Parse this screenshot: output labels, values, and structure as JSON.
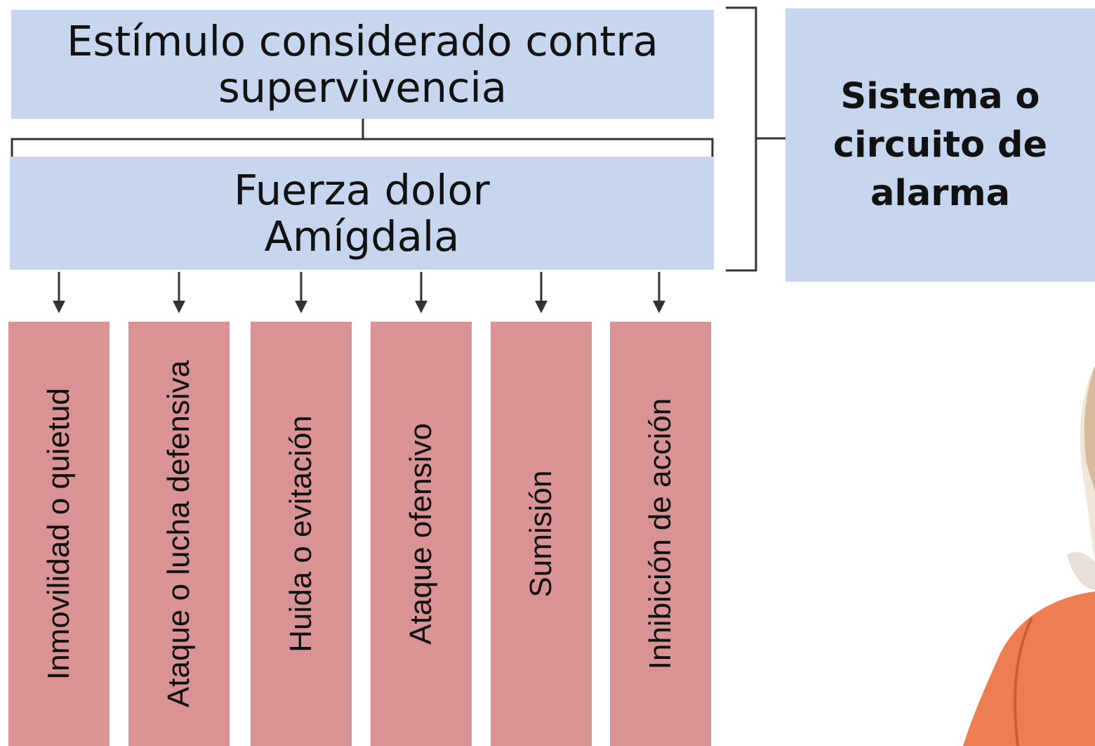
{
  "stimulus": {
    "line1": "Estímulo considerado contra",
    "line2": "supervivencia"
  },
  "amygdala": {
    "line1": "Fuerza dolor",
    "line2": "Amígdala"
  },
  "alarm": {
    "line1": "Sistema o",
    "line2": "circuito de",
    "line3": "alarma"
  },
  "responses": [
    "Inmovilidad o quietud",
    "Ataque o lucha defensiva",
    "Huida o evitación",
    "Ataque ofensivo",
    "Sumisión",
    "Inhibición de acción"
  ],
  "colors": {
    "blue_box": "#c6d6ef",
    "red_box": "#d99394",
    "line": "#333333",
    "photo_shirt": "#ec7e52"
  },
  "icons": [
    "down-arrow-icon"
  ]
}
